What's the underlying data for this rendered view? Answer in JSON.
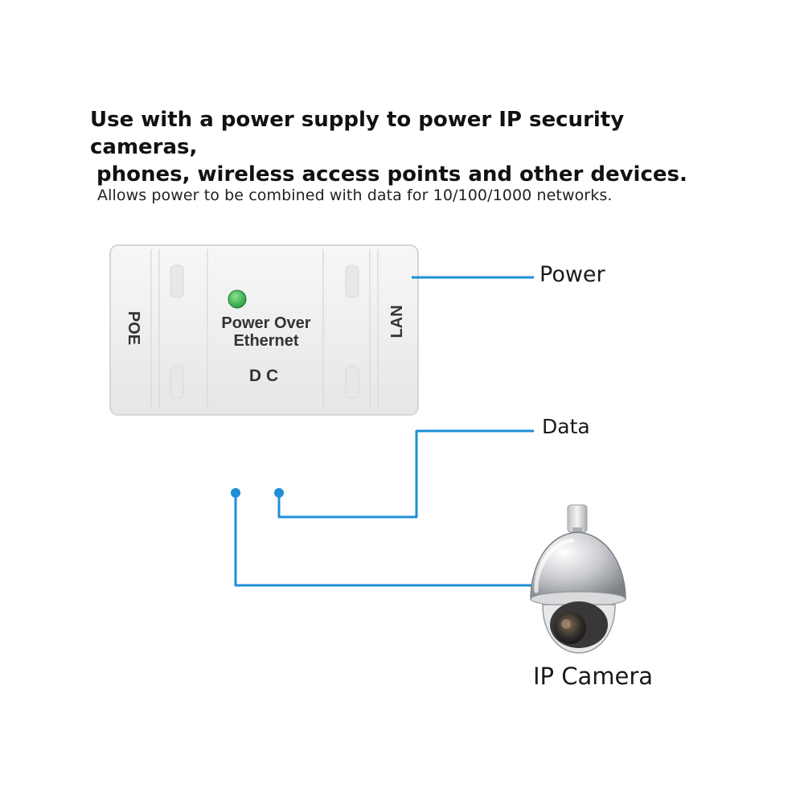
{
  "headline": {
    "line1": "Use with a power supply to power IP security cameras,",
    "line2": "phones, wireless access points and other devices."
  },
  "subheadline": "Allows power to be combined with data for 10/100/1000 networks.",
  "device": {
    "port_left": "POE",
    "port_right": "LAN",
    "face_line1": "Power Over",
    "face_line2": "Ethernet",
    "face_bottom": "DC"
  },
  "labels": {
    "power": "Power",
    "data": "Data",
    "camera": "IP Camera"
  },
  "colors": {
    "connector_line": "#1f8fd6",
    "led": "#2bb34a",
    "device_body": "#f0f0f0"
  }
}
